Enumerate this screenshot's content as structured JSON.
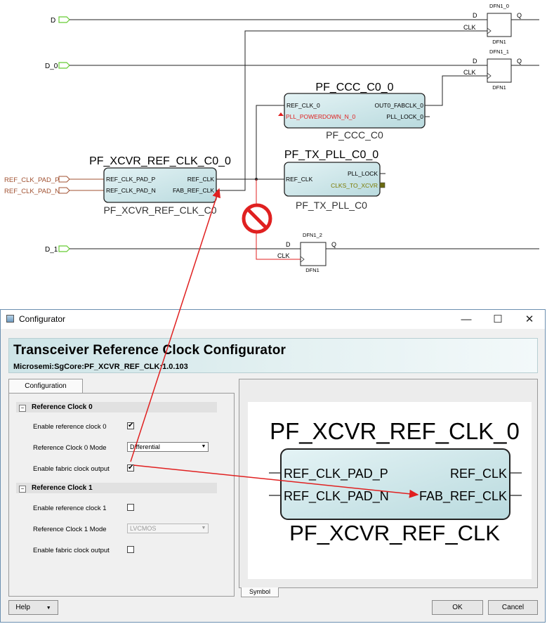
{
  "schematic": {
    "ports": [
      "D",
      "D_0",
      "REF_CLK_PAD_P",
      "REF_CLK_PAD_N",
      "D_1"
    ],
    "dff": [
      {
        "title": "DFN1_0",
        "d": "D",
        "q": "Q",
        "clk": "CLK",
        "sub": "DFN1"
      },
      {
        "title": "DFN1_1",
        "d": "D",
        "q": "Q",
        "clk": "CLK",
        "sub": "DFN1"
      },
      {
        "title": "DFN1_2",
        "d": "D",
        "q": "Q",
        "clk": "CLK",
        "sub": "DFN1"
      }
    ],
    "ccc": {
      "title": "PF_CCC_C0_0",
      "sub": "PF_CCC_C0",
      "in1": "REF_CLK_0",
      "in2": "PLL_POWERDOWN_N_0",
      "out1": "OUT0_FABCLK_0",
      "out2": "PLL_LOCK_0"
    },
    "txpll": {
      "title": "PF_TX_PLL_C0_0",
      "sub": "PF_TX_PLL_C0",
      "in1": "REF_CLK",
      "out1": "PLL_LOCK",
      "out2": "CLKS_TO_XCVR"
    },
    "xref": {
      "title": "PF_XCVR_REF_CLK_C0_0",
      "sub": "PF_XCVR_REF_CLK_C0",
      "in1": "REF_CLK_PAD_P",
      "in2": "REF_CLK_PAD_N",
      "out1": "REF_CLK",
      "out2": "FAB_REF_CLK"
    }
  },
  "window": {
    "title": "Configurator",
    "minimize": "—",
    "maximize": "☐",
    "close": "✕",
    "header_title": "Transceiver Reference Clock Configurator",
    "header_sub": "Microsemi:SgCore:PF_XCVR_REF_CLK:1.0.103",
    "tab_config": "Configuration",
    "group1": {
      "title": "Reference Clock 0",
      "enable_label": "Enable reference clock 0",
      "enable_checked": true,
      "mode_label": "Reference Clock 0 Mode",
      "mode_value": "Differential",
      "fabric_label": "Enable fabric clock output",
      "fabric_checked": true
    },
    "group2": {
      "title": "Reference Clock 1",
      "enable_label": "Enable reference clock 1",
      "enable_checked": false,
      "mode_label": "Reference Clock 1 Mode",
      "mode_value": "LVCMOS",
      "fabric_label": "Enable fabric clock output",
      "fabric_checked": false
    },
    "symbol": {
      "title": "PF_XCVR_REF_CLK_0",
      "sub": "PF_XCVR_REF_CLK",
      "in1": "REF_CLK_PAD_P",
      "in2": "REF_CLK_PAD_N",
      "out1": "REF_CLK",
      "out2": "FAB_REF_CLK"
    },
    "tab_symbol": "Symbol",
    "help": "Help",
    "ok": "OK",
    "cancel": "Cancel"
  },
  "colors": {
    "block_fill": "#cfe6ea",
    "port_green": "#66cc33",
    "pad_text": "#a05030",
    "red": "#e02020",
    "net": "#222222"
  }
}
